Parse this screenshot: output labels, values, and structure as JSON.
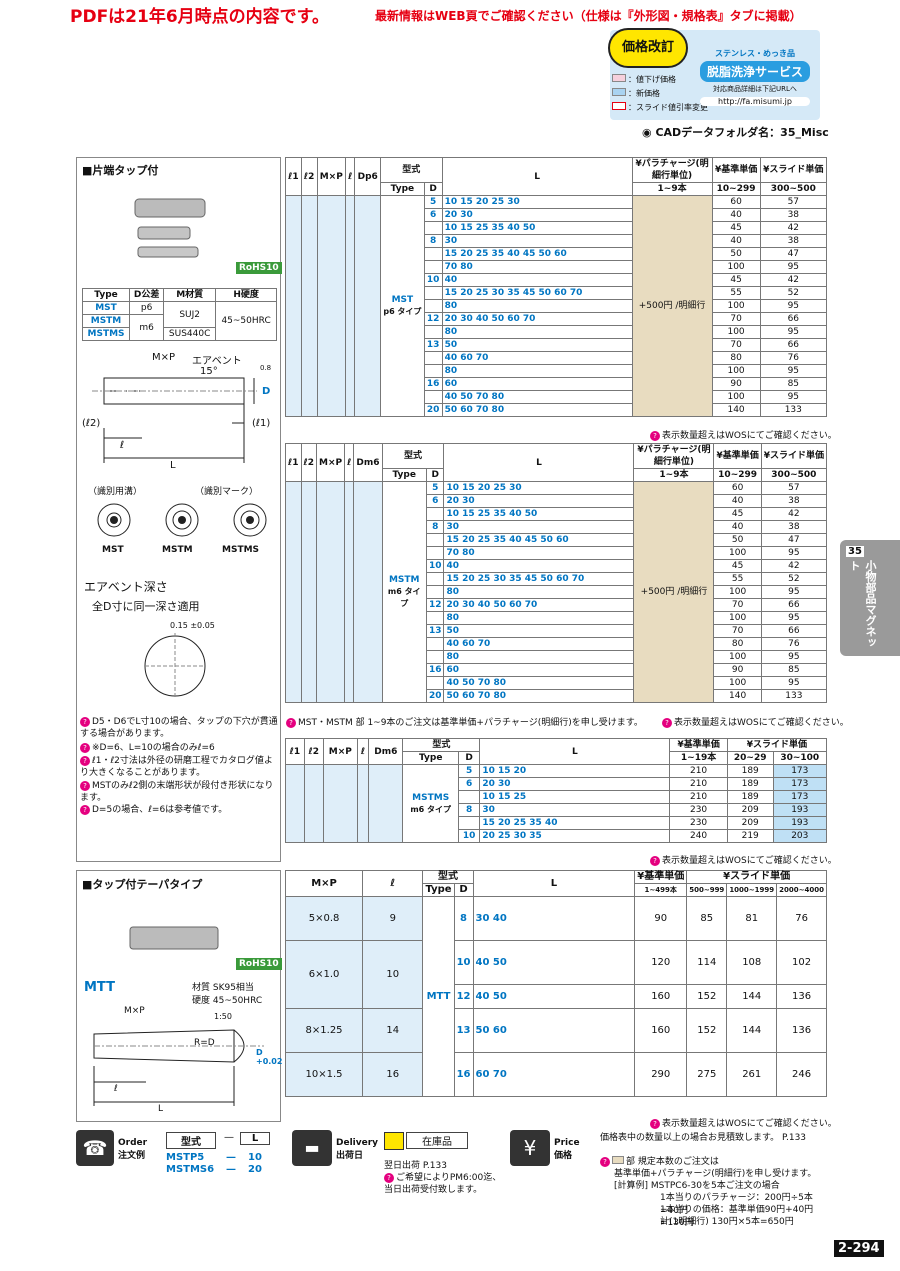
{
  "banner": {
    "main": "PDFは21年6月時点の内容です。",
    "sub": "最新情報はWEB頁でご確認ください（仕様は『外形図・規格表』タブに掲載）"
  },
  "badge": {
    "title": "価格改訂",
    "legend": [
      "：値下げ価格",
      "：新価格",
      "：スライド値引率変更"
    ]
  },
  "service": {
    "title": "ステンレス・めっき品",
    "name": "脱脂洗浄サービス",
    "note": "対応商品詳細は下記URLへ",
    "url": "http://fa.misumi.jp"
  },
  "cad": "CADデータフォルダ名：35_Misc",
  "side_tab": {
    "num": "35",
    "label": "小物部品マグネット"
  },
  "page_num": "2-294",
  "sec1": {
    "title": "■片端タップ付",
    "rohs": "RoHS10",
    "mat_table": {
      "headers": [
        "Type",
        "D公差",
        "M材質",
        "H硬度"
      ],
      "rows": [
        [
          "MST",
          "p6",
          "SUJ2",
          "45~50HRC"
        ],
        [
          "MSTM",
          "m6",
          "",
          ""
        ],
        [
          "MSTMS",
          "",
          "SUS440C",
          ""
        ]
      ]
    },
    "diagram_labels": {
      "mxp": "M×P",
      "vent": "エアベント",
      "angle": "15°",
      "l2": "(ℓ2)",
      "l1": "(ℓ1)",
      "l": "ℓ",
      "L": "L",
      "d": "D",
      "r": "0.8"
    },
    "marks": {
      "groove": "（識別用溝）",
      "mark": "（識別マーク）",
      "types": [
        "MST",
        "MSTM",
        "MSTMS"
      ]
    },
    "vent_title": "エアベント深さ",
    "vent_sub": "全D寸に同一深さ適用",
    "vent_dim": "0.15 ±0.05",
    "notes": [
      "D5・D6でL寸10の場合、タップの下穴が貫通する場合があります。",
      "※D=6、L=10の場合のみℓ=6",
      "ℓ1・ℓ2寸法は外径の研磨工程でカタログ値より大きくなることがあります。",
      "MSTのみℓ2側の末端形状が段付き形状になります。",
      "D=5の場合、ℓ=6は参考値です。"
    ]
  },
  "table1": {
    "headers": [
      "ℓ1",
      "ℓ2",
      "M×P",
      "ℓ",
      "Dp6",
      "型式",
      "L",
      "¥パラチャージ(明細行単位)",
      "¥基準単価",
      "¥スライド単価"
    ],
    "sub_headers": [
      "Type",
      "D",
      "1~9本",
      "10~299",
      "300~500"
    ],
    "type_label": "MST",
    "type_sub": "p6 タイプ",
    "charge": "+500円 /明細行",
    "rows": [
      [
        "5",
        "10 15 20 25 30",
        "60",
        "57"
      ],
      [
        "6",
        "20 30",
        "40",
        "38"
      ],
      [
        "",
        "10 15 25 35 40 50",
        "45",
        "42"
      ],
      [
        "8",
        "30",
        "40",
        "38"
      ],
      [
        "",
        "15 20 25 35 40 45 50 60",
        "50",
        "47"
      ],
      [
        "",
        "70 80",
        "100",
        "95"
      ],
      [
        "10",
        "40",
        "45",
        "42"
      ],
      [
        "",
        "15 20 25 30 35 45 50 60 70",
        "55",
        "52"
      ],
      [
        "",
        "80",
        "100",
        "95"
      ],
      [
        "12",
        "20 30 40 50 60 70",
        "70",
        "66"
      ],
      [
        "",
        "80",
        "100",
        "95"
      ],
      [
        "13",
        "50",
        "70",
        "66"
      ],
      [
        "",
        "40 60 70",
        "80",
        "76"
      ],
      [
        "",
        "80",
        "100",
        "95"
      ],
      [
        "16",
        "60",
        "90",
        "85"
      ],
      [
        "",
        "40 50 70 80",
        "100",
        "95"
      ],
      [
        "20",
        "50 60 70 80",
        "140",
        "133"
      ]
    ],
    "footnote": "表示数量超えはWOSにてご確認ください。"
  },
  "table2": {
    "headers": [
      "ℓ1",
      "ℓ2",
      "M×P",
      "ℓ",
      "Dm6",
      "型式",
      "L",
      "¥パラチャージ(明細行単位)",
      "¥基準単価",
      "¥スライド単価"
    ],
    "sub_headers": [
      "Type",
      "D",
      "1~9本",
      "10~299",
      "300~500"
    ],
    "type_label": "MSTM",
    "type_sub": "m6 タイプ",
    "charge": "+500円 /明細行",
    "rows": [
      [
        "5",
        "10 15 20 25 30",
        "60",
        "57"
      ],
      [
        "6",
        "20 30",
        "40",
        "38"
      ],
      [
        "",
        "10 15 25 35 40 50",
        "45",
        "42"
      ],
      [
        "8",
        "30",
        "40",
        "38"
      ],
      [
        "",
        "15 20 25 35 40 45 50 60",
        "50",
        "47"
      ],
      [
        "",
        "70 80",
        "100",
        "95"
      ],
      [
        "10",
        "40",
        "45",
        "42"
      ],
      [
        "",
        "15 20 25 30 35 45 50 60 70",
        "55",
        "52"
      ],
      [
        "",
        "80",
        "100",
        "95"
      ],
      [
        "12",
        "20 30 40 50 60 70",
        "70",
        "66"
      ],
      [
        "",
        "80",
        "100",
        "95"
      ],
      [
        "13",
        "50",
        "70",
        "66"
      ],
      [
        "",
        "40 60 70",
        "80",
        "76"
      ],
      [
        "",
        "80",
        "100",
        "95"
      ],
      [
        "16",
        "60",
        "90",
        "85"
      ],
      [
        "",
        "40 50 70 80",
        "100",
        "95"
      ],
      [
        "20",
        "50 60 70 80",
        "140",
        "133"
      ]
    ],
    "note_left": "MST・MSTM 部 1~9本のご注文は基準単価+パラチャージ(明細行)を申し受けます。",
    "footnote": "表示数量超えはWOSにてご確認ください。"
  },
  "table3": {
    "headers": [
      "ℓ1",
      "ℓ2",
      "M×P",
      "ℓ",
      "Dm6",
      "型式",
      "L",
      "¥基準単価",
      "¥スライド単価"
    ],
    "sub_headers": [
      "Type",
      "D",
      "1~19本",
      "20~29",
      "30~100"
    ],
    "type_label": "MSTMS",
    "type_sub": "m6 タイプ",
    "rows": [
      [
        "5",
        "10 15 20",
        "210",
        "189",
        "173"
      ],
      [
        "6",
        "20 30",
        "210",
        "189",
        "173"
      ],
      [
        "",
        "10 15 25",
        "210",
        "189",
        "173"
      ],
      [
        "8",
        "30",
        "230",
        "209",
        "193"
      ],
      [
        "",
        "15 20 25 35 40",
        "230",
        "209",
        "193"
      ],
      [
        "10",
        "20 25 30 35",
        "240",
        "219",
        "203"
      ]
    ],
    "footnote": "表示数量超えはWOSにてご確認ください。"
  },
  "sec2": {
    "title": "■タップ付テーパタイプ",
    "rohs": "RoHS10",
    "type": "MTT",
    "material": "材質 SK95相当",
    "hardness": "硬度 45~50HRC",
    "diagram_labels": {
      "mxp": "M×P",
      "taper": "1:50",
      "r": "R=D",
      "l": "ℓ",
      "L": "L",
      "d": "D +0.02"
    }
  },
  "table4": {
    "headers": [
      "M×P",
      "ℓ",
      "型式",
      "L",
      "¥基準単価",
      "¥スライド単価"
    ],
    "sub_headers": [
      "Type",
      "D",
      "1~499本",
      "500~999",
      "1000~1999",
      "2000~4000"
    ],
    "type_label": "MTT",
    "rows": [
      [
        "5×0.8",
        "9",
        "8",
        "30 40",
        "90",
        "85",
        "81",
        "76"
      ],
      [
        "6×1.0",
        "10",
        "10",
        "40 50",
        "120",
        "114",
        "108",
        "102"
      ],
      [
        "",
        "",
        "12",
        "40 50",
        "160",
        "152",
        "144",
        "136"
      ],
      [
        "8×1.25",
        "14",
        "13",
        "50 60",
        "160",
        "152",
        "144",
        "136"
      ],
      [
        "10×1.5",
        "16",
        "16",
        "60 70",
        "290",
        "275",
        "261",
        "246"
      ]
    ],
    "footnote1": "表示数量超えはWOSにてご確認ください。",
    "footnote2": "価格表中の数量以上の場合お見積致します。 P.133"
  },
  "order": {
    "label": "Order 注文例",
    "header": [
      "型式",
      "L"
    ],
    "rows": [
      [
        "MSTP5",
        "10"
      ],
      [
        "MSTMS6",
        "20"
      ]
    ]
  },
  "delivery": {
    "label": "Delivery 出荷日",
    "stock": "在庫品",
    "ship": "翌日出荷 P.133",
    "note": "ご希望によりPM6:00迄、当日出荷受付致します。"
  },
  "price": {
    "label": "Price 価格",
    "lines": [
      "部 規定本数のご注文は",
      "基準単価+パラチャージ(明細行)を申し受けます。",
      "[計算例] MSTPC6-30を5本ご注文の場合",
      "1本当りのパラチャージ：200円÷5本=40円",
      "1本当りの価格：基準単価90円+40円=130円",
      "計(1明細行) 130円×5本=650円"
    ]
  }
}
